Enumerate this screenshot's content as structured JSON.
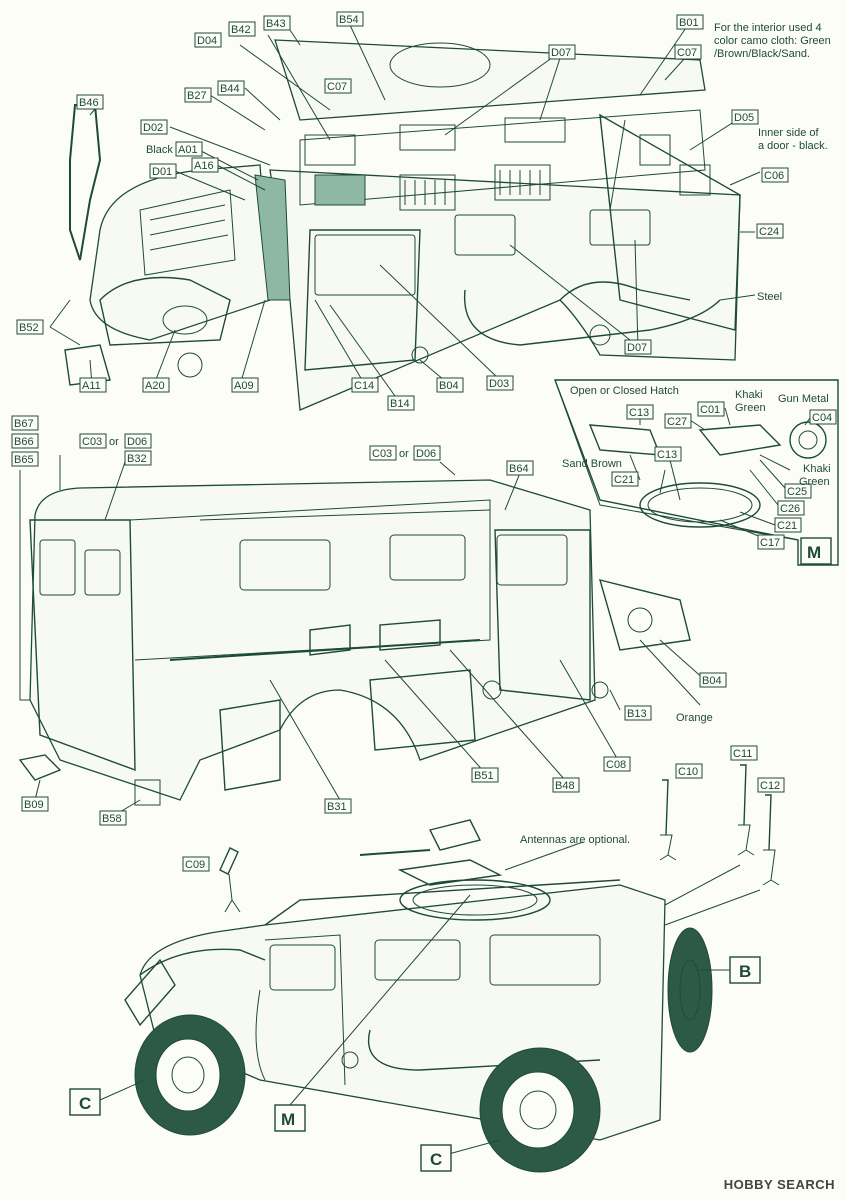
{
  "notes": {
    "interior_1": "For the interior used 4",
    "interior_2": "color camo cloth: Green",
    "interior_3": "/Brown/Black/Sand.",
    "door_1": "Inner side of",
    "door_2": "a door - black.",
    "steel": "Steel",
    "black": "Black",
    "orange": "Orange",
    "c03_or_d06": "or",
    "antennas": "Antennas are optional.",
    "hatch": "Open or Closed Hatch",
    "khaki_green": "Khaki Green",
    "khaki": "Khaki",
    "green": "Green",
    "gun_metal": "Gun Metal",
    "sand_brown": "Sand Brown"
  },
  "parts": {
    "B43": "B43",
    "B54": "B54",
    "B01": "B01",
    "C07": "C07",
    "D04": "D04",
    "B42": "B42",
    "D07": "D07",
    "B46": "B46",
    "B27": "B27",
    "B44": "B44",
    "D02": "D02",
    "A01": "A01",
    "A16": "A16",
    "D01": "D01",
    "D05": "D05",
    "C06": "C06",
    "C24": "C24",
    "B52": "B52",
    "A11": "A11",
    "A20": "A20",
    "A09": "A09",
    "C14": "C14",
    "B14": "B14",
    "B04": "B04",
    "D03": "D03",
    "B67": "B67",
    "B66": "B66",
    "B65": "B65",
    "C03": "C03",
    "D06": "D06",
    "B32": "B32",
    "B64": "B64",
    "B13": "B13",
    "C08": "C08",
    "B48": "B48",
    "B51": "B51",
    "B31": "B31",
    "B09": "B09",
    "B58": "B58",
    "C13": "C13",
    "C01": "C01",
    "C27": "C27",
    "C04": "C04",
    "C21": "C21",
    "C25": "C25",
    "C26": "C26",
    "C17": "C17",
    "C10": "C10",
    "C11": "C11",
    "C12": "C12",
    "C09": "C09"
  },
  "steps": {
    "M": "M",
    "B": "B",
    "C": "C"
  },
  "watermark": "HOBBY SEARCH"
}
